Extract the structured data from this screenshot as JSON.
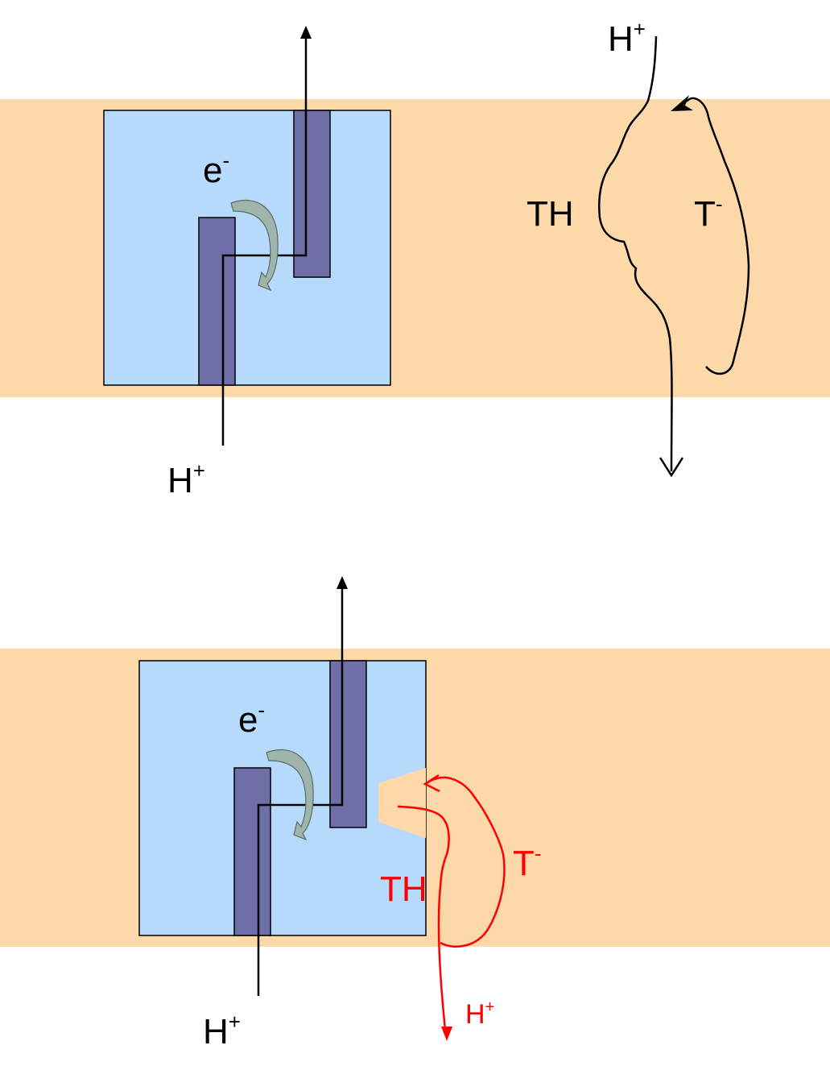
{
  "colors": {
    "membrane": "#fdd9aa",
    "protein": "#b6dafc",
    "helix": "#6e6ea8",
    "black": "#000000",
    "red": "#ff0000",
    "electron_arrow": "#9fb4aa"
  },
  "top": {
    "electron": {
      "base": "e",
      "sup": "-"
    },
    "proton_bottom": {
      "base": "H",
      "sup": "+"
    },
    "proton_top": {
      "base": "H",
      "sup": "+"
    },
    "acid_label": "TH",
    "anion_label": {
      "base": "T",
      "sup": "-"
    }
  },
  "bottom": {
    "electron": {
      "base": "e",
      "sup": "-"
    },
    "proton_bottom": {
      "base": "H",
      "sup": "+"
    },
    "proton_red": {
      "base": "H",
      "sup": "+"
    },
    "acid_label": "TH",
    "anion_label": {
      "base": "T",
      "sup": "-"
    }
  }
}
